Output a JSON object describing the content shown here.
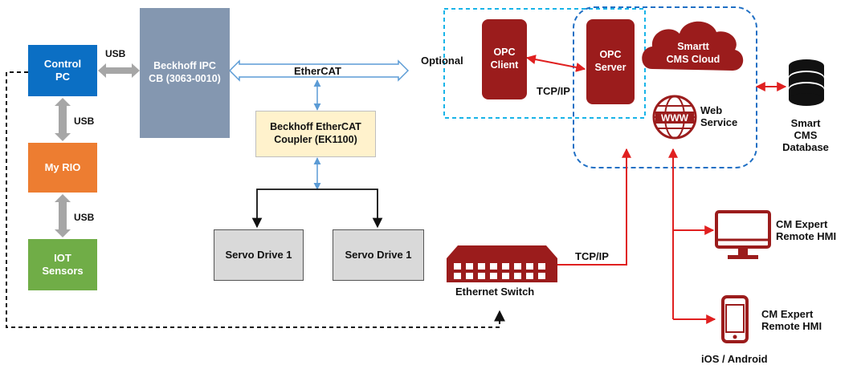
{
  "nodes": {
    "control_pc": "Control\nPC",
    "beckhoff_ipc": "Beckhoff IPC\nCB (3063-0010)",
    "my_rio": "My RIO",
    "iot_sensors": "IOT\nSensors",
    "ethercat_coupler": "Beckhoff EtherCAT\nCoupler (EK1100)",
    "servo_drive_1": "Servo Drive 1",
    "servo_drive_2": "Servo Drive 1",
    "opc_client": "OPC\nClient",
    "opc_server": "OPC\nServer",
    "cloud": "Smartt\nCMS Cloud",
    "web_service": "Web\nService",
    "database": "Smart\nCMS\nDatabase",
    "ethernet_switch": "Ethernet Switch",
    "remote_hmi_desktop": "CM Expert\nRemote HMI",
    "remote_hmi_mobile": "CM Expert\nRemote HMI",
    "mobile_platform": "iOS / Android"
  },
  "labels": {
    "usb_top": "USB",
    "usb_mid": "USB",
    "usb_low": "USB",
    "ethercat": "EtherCAT",
    "optional": "Optional",
    "tcpip_top": "TCP/IP",
    "tcpip_bottom": "TCP/IP",
    "www": "WWW"
  },
  "colors": {
    "control_pc": "#0b6fc4",
    "ipc": "#8497b0",
    "my_rio": "#ed7d31",
    "iot": "#70ad47",
    "coupler_fill": "#fff2cc",
    "servo_fill": "#d9d9d9",
    "opc": "#9b1c1c",
    "red_link": "#e02020",
    "blue_link": "#5b9bd5",
    "dashed_blue": "#1f6fc4",
    "dashed_cyan": "#19b4e8",
    "gray_arrow": "#a6a6a6"
  }
}
